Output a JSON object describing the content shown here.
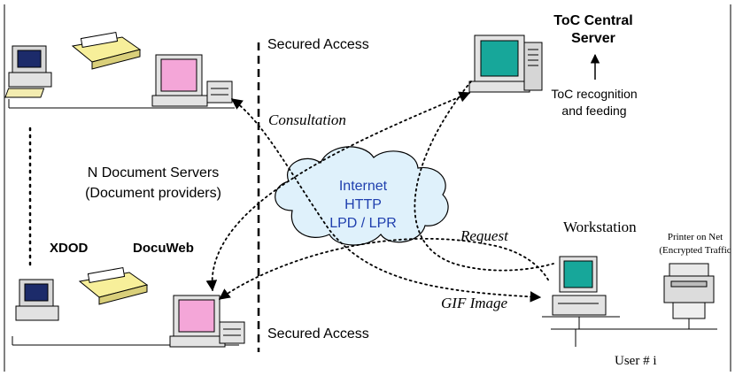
{
  "labels": {
    "secured_access_top": "Secured Access",
    "secured_access_bottom": "Secured Access",
    "consultation": "Consultation",
    "toc_server_line1": "ToC Central",
    "toc_server_line2": "Server",
    "toc_recog_line1": "ToC recognition",
    "toc_recog_line2": "and feeding",
    "doc_servers_line1": "N Document Servers",
    "doc_servers_line2": "(Document providers)",
    "internet": "Internet",
    "http": "HTTP",
    "lpd": "LPD / LPR",
    "request": "Request",
    "workstation": "Workstation",
    "printer_line1": "Printer on Net",
    "printer_line2": "(Encrypted Traffic",
    "xdod": "XDOD",
    "docuweb": "DocuWeb",
    "gif_image": "GIF Image",
    "user": "User # i"
  },
  "colors": {
    "monitor_pink": "#f4a6d8",
    "monitor_teal": "#17a79a",
    "monitor_navy": "#1c2b6a",
    "cloud_fill": "#dff1fb",
    "internet_text": "#1f3fae"
  },
  "icons": [
    "scanner-workstation-icon",
    "desktop-computer-icon",
    "server-tower-icon",
    "network-printer-icon",
    "internet-cloud-icon"
  ]
}
